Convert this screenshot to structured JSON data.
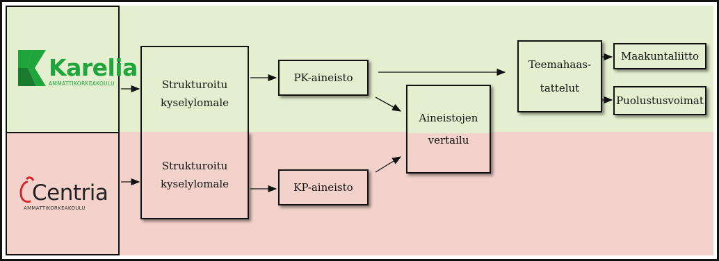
{
  "colors": {
    "top_band": "#e4efcf",
    "bottom_band": "#f3d2cb",
    "box_top": "#e4efcf",
    "box_bottom": "#f3d2cb",
    "karelia_green": "#1fa53b",
    "centria_red": "#d7262b"
  },
  "logos": {
    "karelia": {
      "name": "Karelia",
      "subtitle": "AMMATTIKORKEAKOULU"
    },
    "centria": {
      "name": "Centria",
      "subtitle": "AMMATTIKORKEAKOULU"
    }
  },
  "boxes": {
    "survey_top": {
      "line1": "Strukturoitu",
      "line2": "kyselylomale"
    },
    "survey_bottom": {
      "line1": "Strukturoitu",
      "line2": "kyselylomale"
    },
    "pk": "PK-aineisto",
    "kp": "KP-aineisto",
    "compare": {
      "line1": "Aineistojen",
      "line2": "vertailu"
    },
    "theme": {
      "line1": "Teemahaas-",
      "line2": "tattelut"
    },
    "maakunta": "Maakuntaliitto",
    "puolustus": "Puolustusvoimat"
  }
}
